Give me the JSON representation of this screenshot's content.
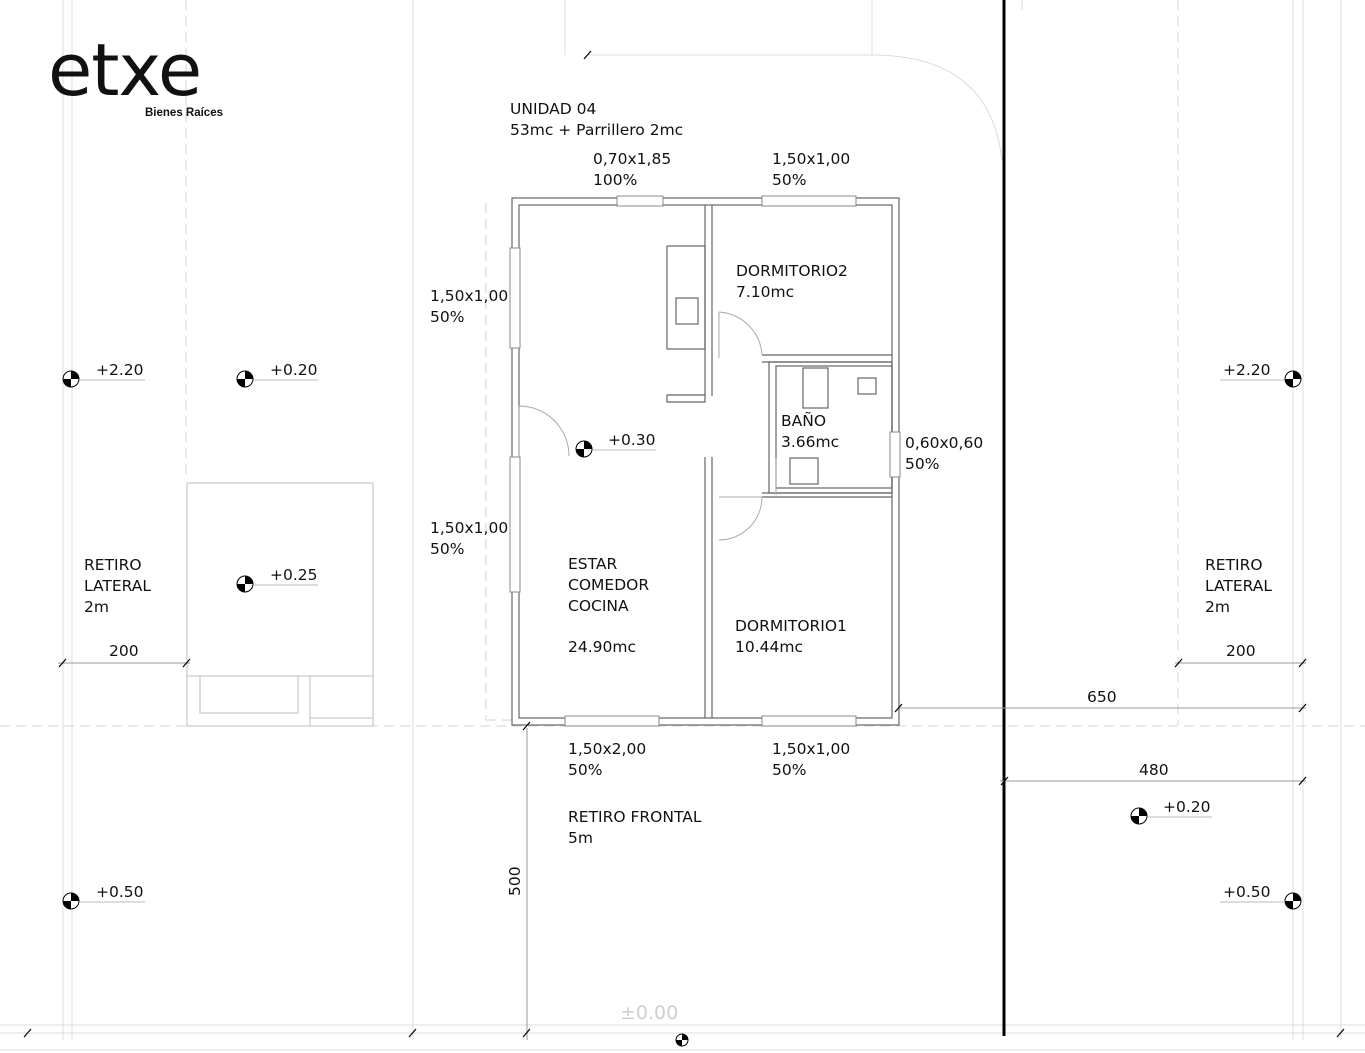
{
  "brand": {
    "name": "etxe",
    "tagline": "Bienes Raíces"
  },
  "unit": {
    "title": "UNIDAD 04",
    "area": "53mc + Parrillero 2mc"
  },
  "rooms": {
    "dormitorio2": {
      "name": "DORMITORIO2",
      "area": "7.10mc"
    },
    "bano": {
      "name": "BAÑO",
      "area": "3.66mc"
    },
    "estar": {
      "line1": "ESTAR",
      "line2": "COMEDOR",
      "line3": "COCINA",
      "area": "24.90mc"
    },
    "dormitorio1": {
      "name": "DORMITORIO1",
      "area": "10.44mc"
    }
  },
  "windows": {
    "top_left": {
      "size": "0,70x1,85",
      "pct": "100%"
    },
    "top_right": {
      "size": "1,50x1,00",
      "pct": "50%"
    },
    "left_upper": {
      "size": "1,50x1,00",
      "pct": "50%"
    },
    "left_lower": {
      "size": "1,50x1,00",
      "pct": "50%"
    },
    "bath": {
      "size": "0,60x0,60",
      "pct": "50%"
    },
    "bottom_left": {
      "size": "1,50x2,00",
      "pct": "50%"
    },
    "bottom_right": {
      "size": "1,50x1,00",
      "pct": "50%"
    }
  },
  "levels": {
    "left_high": "+2.20",
    "left_mid": "+0.20",
    "interior": "+0.30",
    "patio": "+0.25",
    "right_high": "+2.20",
    "right_front": "+0.20",
    "left_low": "+0.50",
    "right_low": "+0.50",
    "street": "±0.00"
  },
  "setbacks": {
    "left": {
      "line1": "RETIRO",
      "line2": "LATERAL",
      "line3": "2m"
    },
    "right": {
      "line1": "RETIRO",
      "line2": "LATERAL",
      "line3": "2m"
    },
    "front": {
      "line1": "RETIRO FRONTAL",
      "line2": "5m"
    }
  },
  "dimensions": {
    "left_200": "200",
    "right_200": "200",
    "d650": "650",
    "d480": "480",
    "d500": "500"
  }
}
